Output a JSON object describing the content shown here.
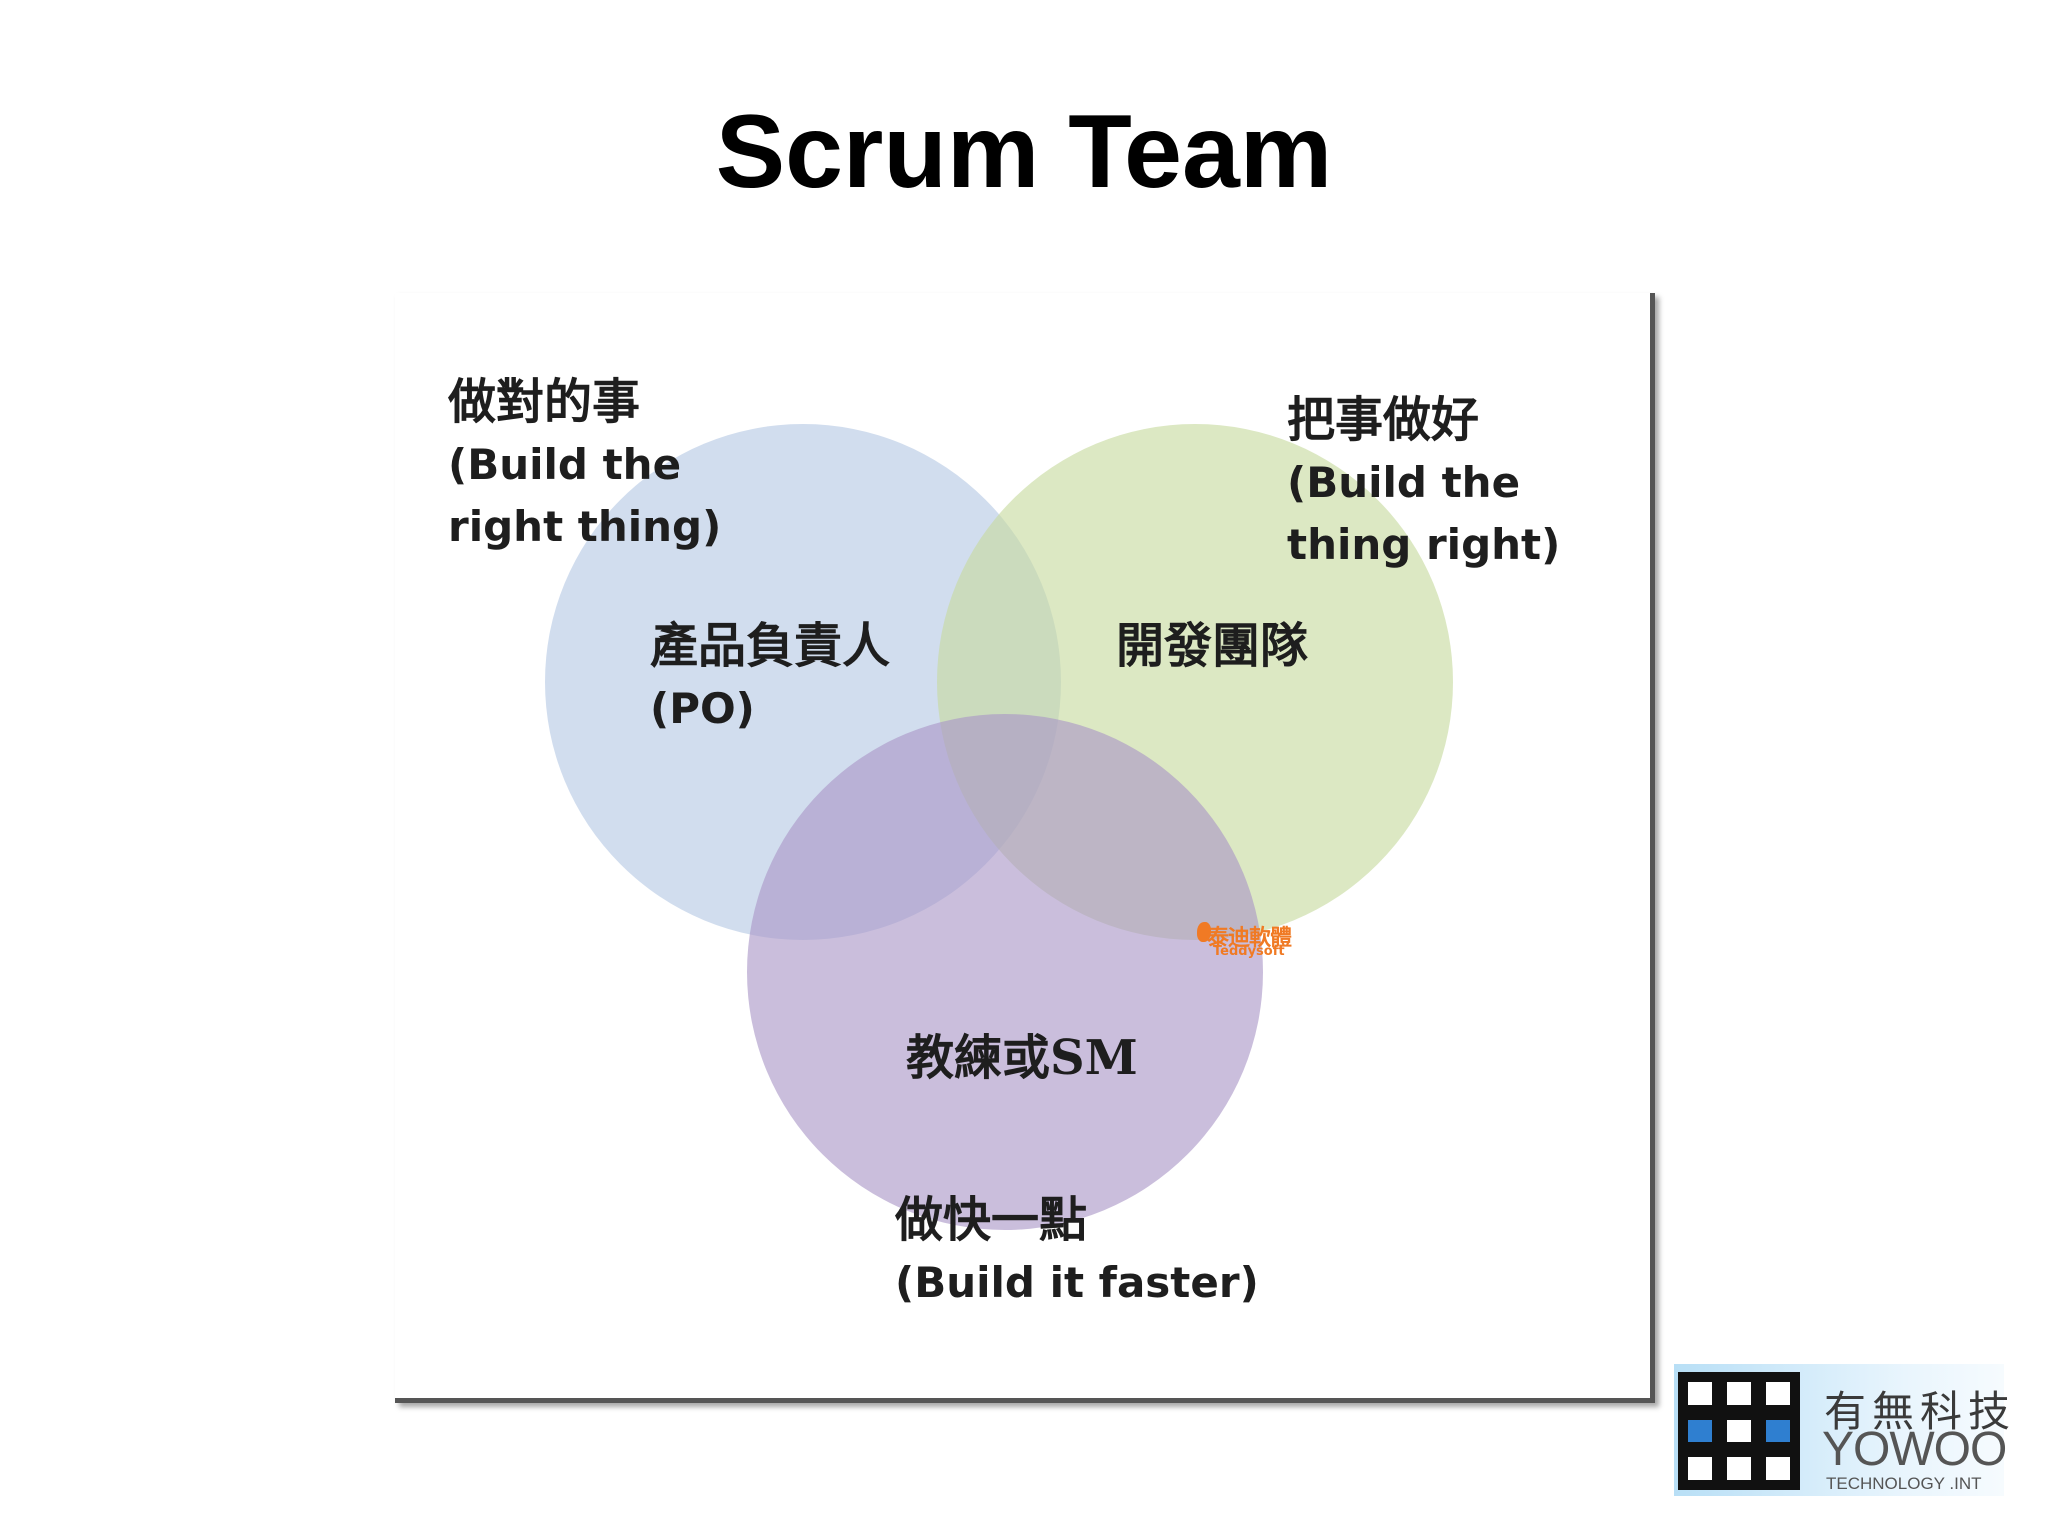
{
  "slide": {
    "title": "Scrum Team"
  },
  "diagram": {
    "circles": [
      {
        "role": "產品負責人",
        "abbr": "(PO)",
        "color": "#b4c8e4",
        "goal_zh": "做對的事",
        "goal_en_line1": "(Build the",
        "goal_en_line2": "right thing)"
      },
      {
        "role": "開發團隊",
        "color": "#c6da9e",
        "goal_zh": "把事做好",
        "goal_en_line1": "(Build the",
        "goal_en_line2": "thing right)"
      },
      {
        "role": "教練或SM",
        "color": "#a996c6",
        "goal_zh": "做快一點",
        "goal_en_line1": "(Build it faster)"
      }
    ],
    "watermark": {
      "text_zh": "泰迪軟體",
      "text_en": "Teddysoft"
    }
  },
  "logo": {
    "name_zh": "有無科技",
    "name_en": "YOWOO",
    "subtitle": "TECHNOLOGY .INT"
  }
}
